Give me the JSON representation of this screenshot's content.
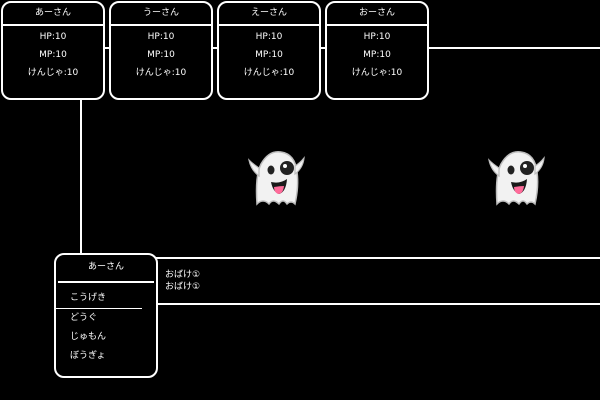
{
  "party": [
    {
      "name": "あーさん",
      "hp": "HP:10",
      "mp": "MP:10",
      "skill": "けんじゃ:10"
    },
    {
      "name": "うーさん",
      "hp": "HP:10",
      "mp": "MP:10",
      "skill": "けんじゃ:10"
    },
    {
      "name": "えーさん",
      "hp": "HP:10",
      "mp": "MP:10",
      "skill": "けんじゃ:10"
    },
    {
      "name": "おーさん",
      "hp": "HP:10",
      "mp": "MP:10",
      "skill": "けんじゃ:10"
    }
  ],
  "enemies": [
    {
      "icon": "ghost-icon"
    },
    {
      "icon": "ghost-icon"
    }
  ],
  "message": {
    "lines": [
      "おばけ①",
      "おばけ①"
    ]
  },
  "command": {
    "actor": "あーさん",
    "items": [
      "こうげき",
      "どうぐ",
      "じゅもん",
      "ぼうぎょ"
    ],
    "selected_index": 0
  },
  "colors": {
    "background": "#000000",
    "frame": "#ffffff",
    "text": "#ffffff"
  }
}
